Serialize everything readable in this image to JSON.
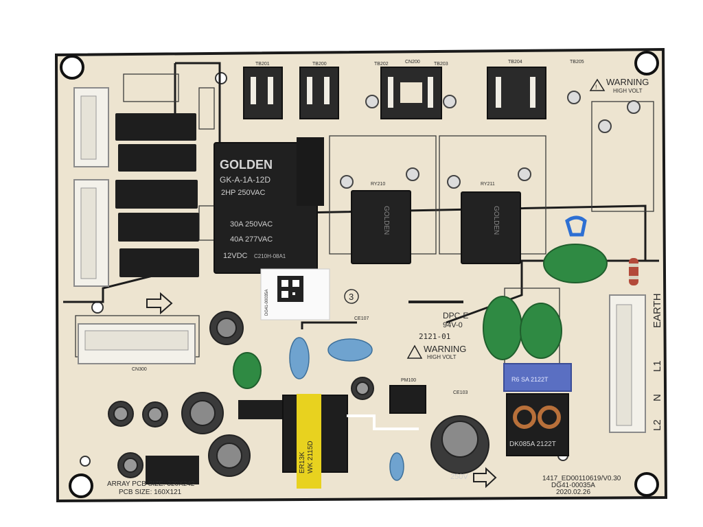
{
  "silkscreen": {
    "relay_brand": "GOLDEN",
    "relay_model": "GK-A-1A-12D",
    "relay_rating_1": "2HP 250VAC",
    "relay_rating_2": "30A 250VAC",
    "relay_rating_3": "40A 277VAC",
    "relay_coil": "12VDC",
    "relay_cert": "C210H-08A1",
    "small_relay_brand": "GOLDEN",
    "warning_label": "WARNING",
    "warning_sub": "HIGH VOLT",
    "dpc_code": "DPC-E",
    "flammability": "94V-0",
    "date_stamp": "2121-01",
    "earth_label": "EARTH",
    "l1_label": "L1",
    "n_label": "N",
    "l2_label": "L2",
    "array_size": "ARRAY PCB SIZE: 320X242",
    "pcb_size": "PCB SIZE: 160X121",
    "pcb_code": "1417_ED00110619/V0.30",
    "part_number": "DG41-00035A",
    "board_date": "2020.02.26",
    "transformer_code_1": "WK 2115D",
    "transformer_code_2": "ER13K",
    "filter_code_1": "DK085A 2122T",
    "filter_code_2": "R6  SA 2122T",
    "capacitor_voltage": "250V",
    "qr_label": "DG41-00035A",
    "circle_number": "3",
    "connectors": [
      "TB201",
      "TB200",
      "TB202",
      "CN200",
      "TB203",
      "TB204",
      "TB205"
    ],
    "connector_cn300": "CN300",
    "pwm_ic": "PM100",
    "capacitor_ce103": "CE103",
    "capacitor_ce107": "CE107",
    "relay_ry210": "RY210",
    "relay_ry211": "RY211"
  },
  "colors": {
    "board": "#ede4d0",
    "silk_line": "#2b2b2b",
    "relay_black": "#1e1e1e",
    "connector_white": "#f3f1ea",
    "capacitor_blue": "#6fa3cf",
    "varistor_green": "#2f8a43",
    "transformer_yellow": "#e8d21f",
    "filter_blue": "#5a6fc2"
  }
}
